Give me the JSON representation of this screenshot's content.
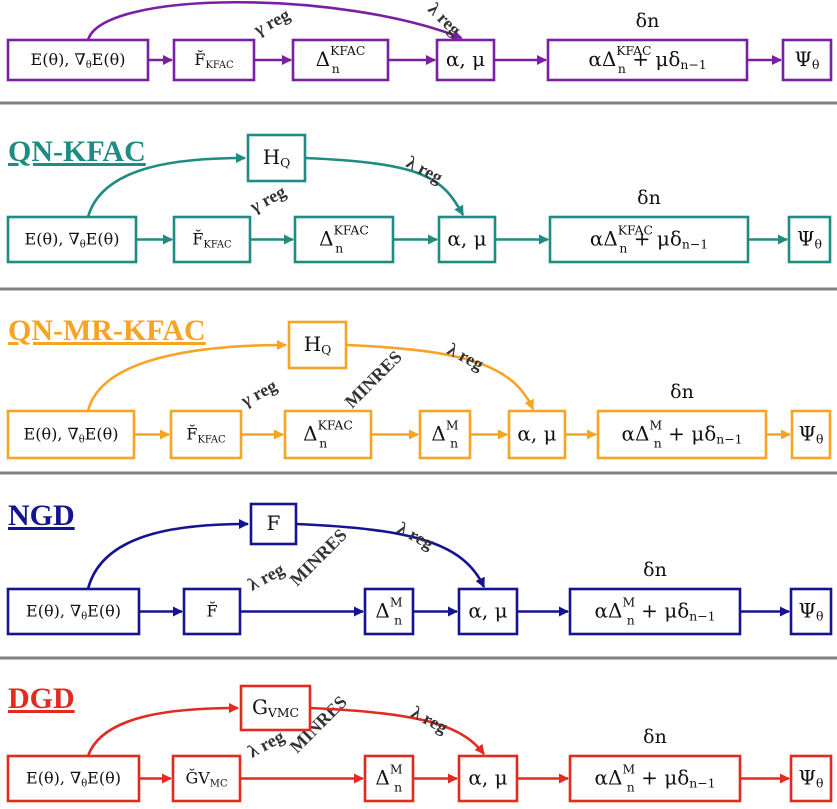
{
  "colors": {
    "kfac": "#7B1FA2",
    "qn_kfac": "#1E8C82",
    "qn_mr_kfac": "#F7A323",
    "ngd": "#15138F",
    "dgd": "#E22A1F",
    "separator": "#808080",
    "label": "#333333"
  },
  "sections": [
    {
      "id": "kfac",
      "title": "",
      "labels": {
        "energy": "E(θ), ∇θE(θ)",
        "pre": "F̆KFAC",
        "gamma": "γ reg",
        "delta": "ΔnKFAC",
        "lambda": "λ reg",
        "step": "α, μ",
        "update": "αΔnKFAC + μδn−1",
        "deltan": "δn",
        "psi": "Ψθ"
      }
    },
    {
      "id": "qn_kfac",
      "title": "QN-KFAC",
      "labels": {
        "energy": "E(θ), ∇θE(θ)",
        "aux": "HQ",
        "pre": "F̆KFAC",
        "gamma": "γ reg",
        "delta": "ΔnKFAC",
        "lambda": "λ reg",
        "step": "α, μ",
        "update": "αΔnKFAC + μδn−1",
        "deltan": "δn",
        "psi": "Ψθ"
      }
    },
    {
      "id": "qn_mr_kfac",
      "title": "QN-MR-KFAC",
      "labels": {
        "energy": "E(θ), ∇θE(θ)",
        "aux": "HQ",
        "pre": "F̆KFAC",
        "gamma": "γ reg",
        "delta": "ΔnKFAC",
        "minres": "MINRES",
        "deltaM": "ΔnM",
        "lambda": "λ reg",
        "step": "α, μ",
        "update": "αΔnM + μδn−1",
        "deltan": "δn",
        "psi": "Ψθ"
      }
    },
    {
      "id": "ngd",
      "title": "NGD",
      "labels": {
        "energy": "E(θ), ∇θE(θ)",
        "aux": "F",
        "pre": "F̆",
        "lam1": "λ reg",
        "minres": "MINRES",
        "deltaM": "ΔnM",
        "lambda": "λ reg",
        "step": "α, μ",
        "update": "αΔnM + μδn−1",
        "deltan": "δn",
        "psi": "Ψθ"
      }
    },
    {
      "id": "dgd",
      "title": "DGD",
      "labels": {
        "energy": "E(θ), ∇θE(θ)",
        "aux": "GVMC",
        "pre": "ĞVMC",
        "lam1": "λ reg",
        "minres": "MINRES",
        "deltaM": "ΔnM",
        "lambda": "λ reg",
        "step": "α, μ",
        "update": "αΔnM + μδn−1",
        "deltan": "δn",
        "psi": "Ψθ"
      }
    }
  ]
}
